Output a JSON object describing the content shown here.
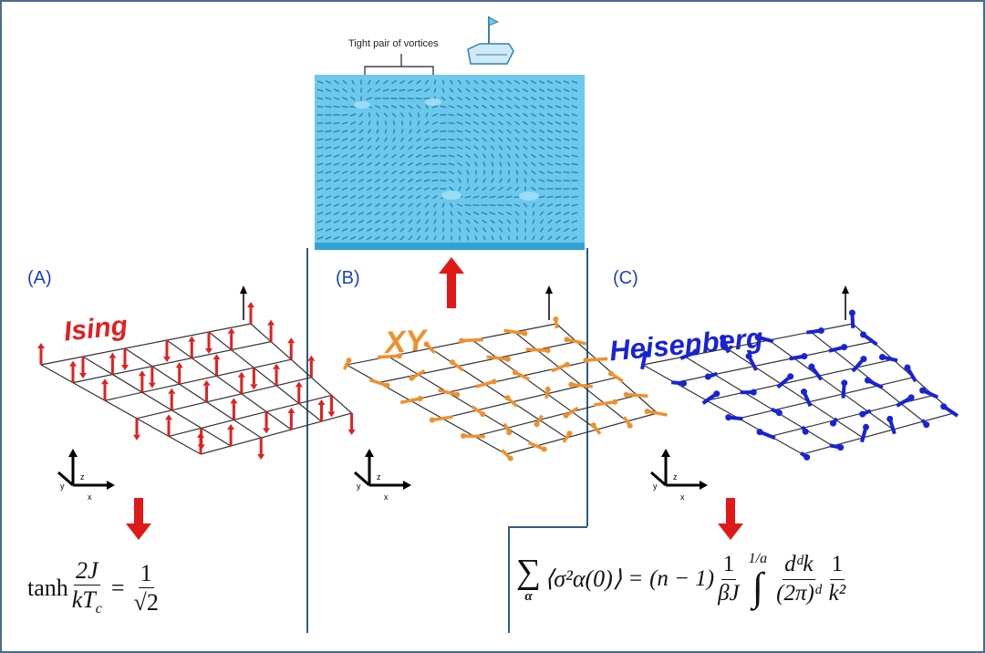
{
  "vortex": {
    "annotation": "Tight pair of vortices"
  },
  "panels": [
    {
      "label": "(A)",
      "model": "Ising",
      "color": "#e02020"
    },
    {
      "label": "(B)",
      "model": "XY",
      "color": "#f0902a"
    },
    {
      "label": "(C)",
      "model": "Heisenberg",
      "color": "#1822d8"
    }
  ],
  "axes": {
    "x": "x",
    "y": "y",
    "z": "z"
  },
  "equation_a": {
    "func": "tanh",
    "num_left": "2J",
    "den_left": "kT",
    "den_left_sub": "c",
    "num_right": "1",
    "den_right": "√2"
  },
  "equation_c": {
    "sum": "∑",
    "sum_sub": "α",
    "lhs": "⟨σ²α(0)⟩",
    "eq": "=",
    "factor": "(n − 1)",
    "f1_num": "1",
    "f1_den": "βJ",
    "int_upper": "1/a",
    "int": "∫",
    "f2_num": "dᵈk",
    "f2_den": "(2π)ᵈ",
    "f3_num": "1",
    "f3_den": "k²"
  },
  "colors": {
    "arrow_red": "#e01818",
    "vortex_fill": "#6cc8ec",
    "divider": "#2e5a86"
  }
}
